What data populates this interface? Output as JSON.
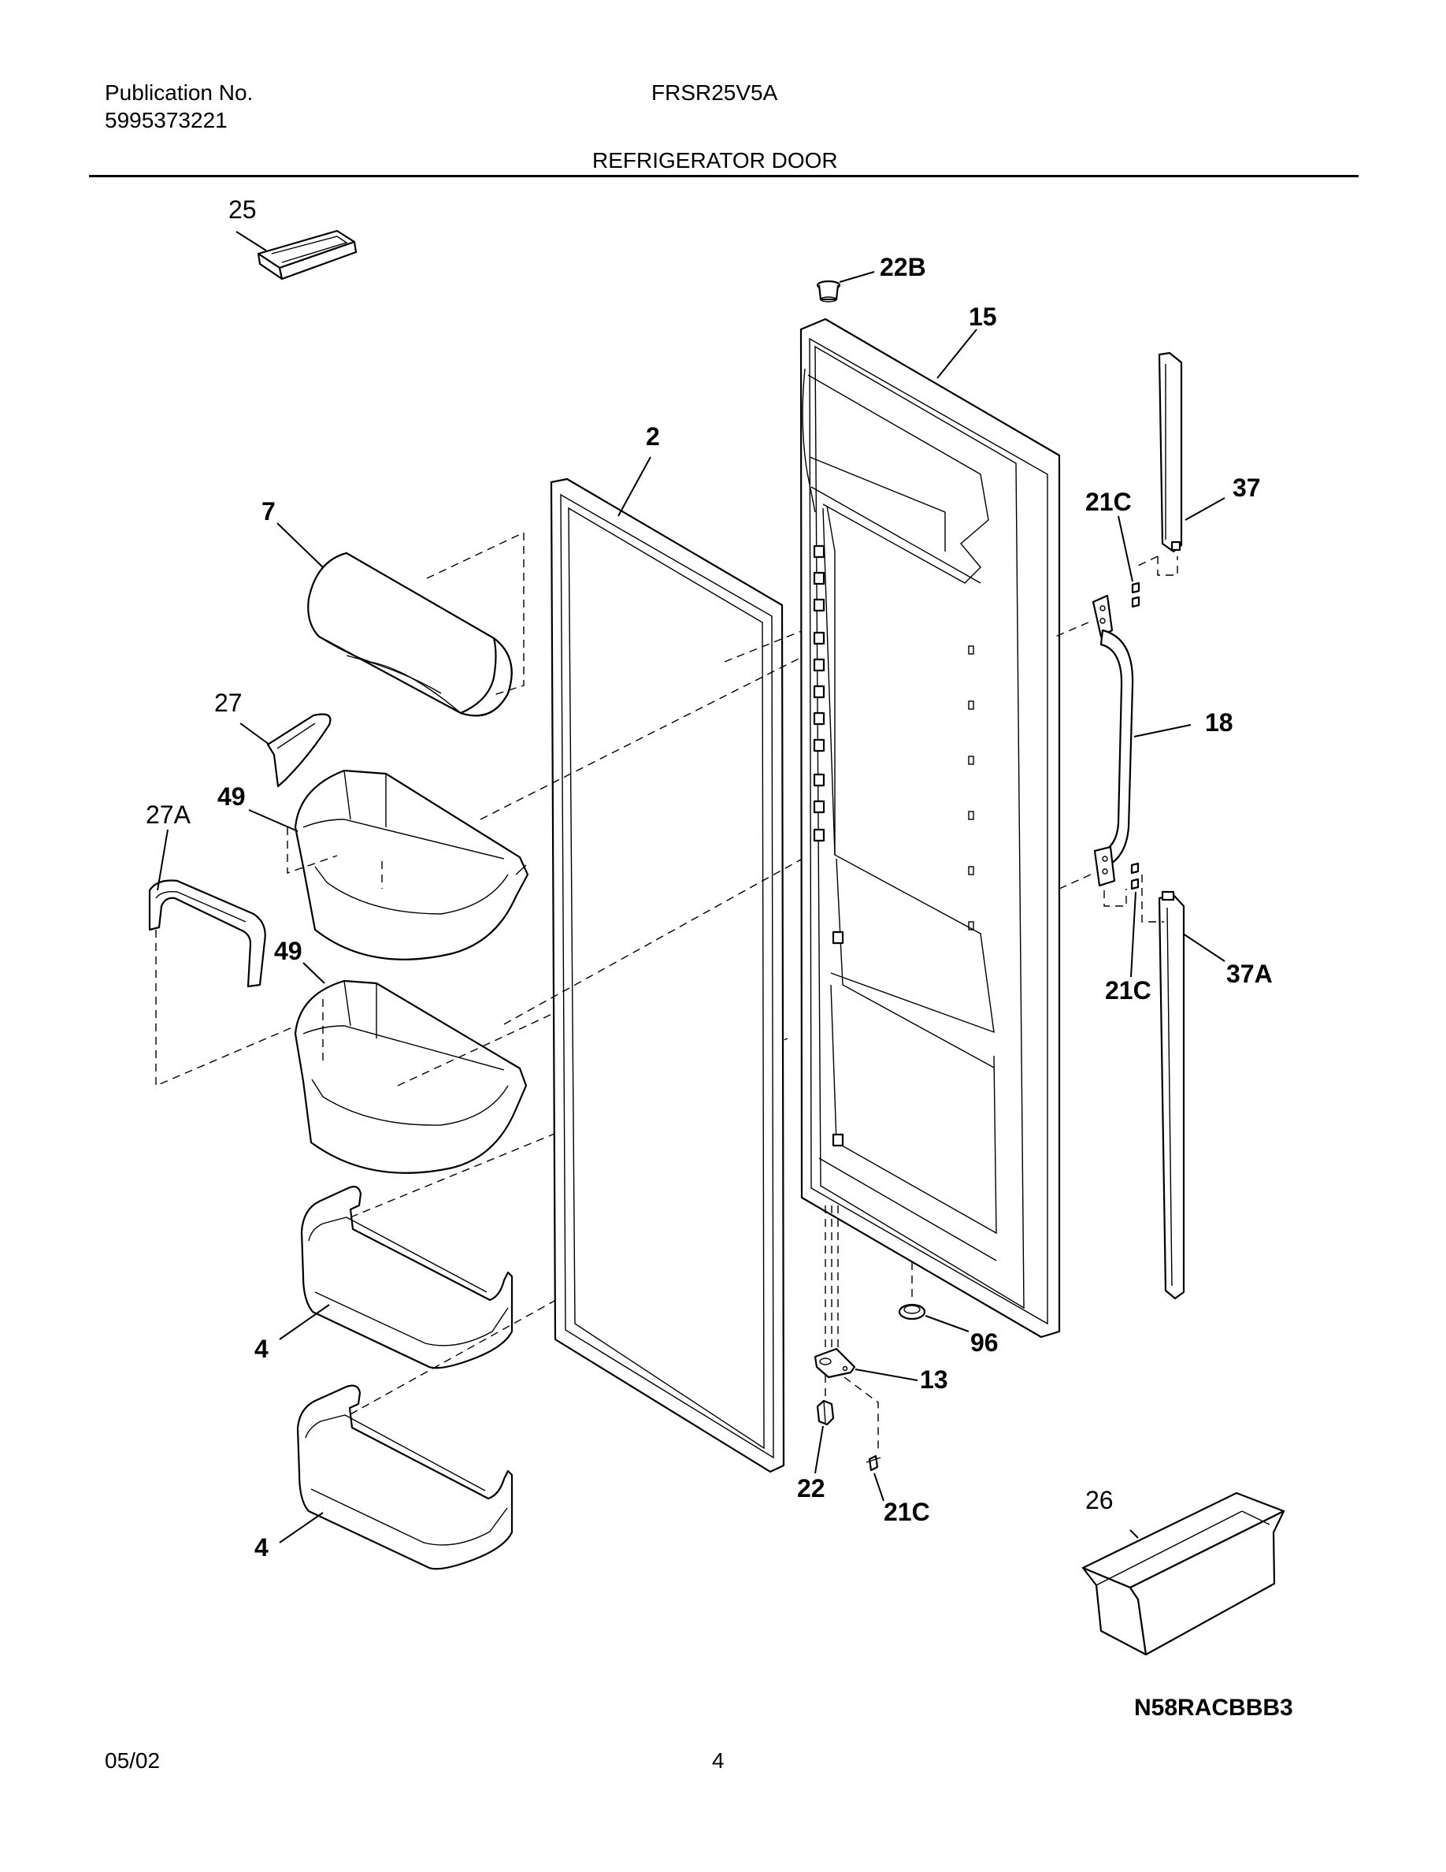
{
  "header": {
    "publication_label": "Publication No.",
    "publication_number": "5995373221",
    "model": "FRSR25V5A",
    "section_title": "REFRIGERATOR DOOR"
  },
  "callouts": {
    "c25": "25",
    "c22B": "22B",
    "c15": "15",
    "c2": "2",
    "c7": "7",
    "c37": "37",
    "c21C_top": "21C",
    "c27": "27",
    "c18": "18",
    "c49_top": "49",
    "c27A": "27A",
    "c49_bottom": "49",
    "c21C_mid": "21C",
    "c37A": "37A",
    "c96": "96",
    "c13": "13",
    "c4_top": "4",
    "c22": "22",
    "c21C_bottom": "21C",
    "c26": "26",
    "c4_bottom": "4"
  },
  "footer": {
    "diagram_code": "N58RACBBB3",
    "date": "05/02",
    "page": "4"
  }
}
